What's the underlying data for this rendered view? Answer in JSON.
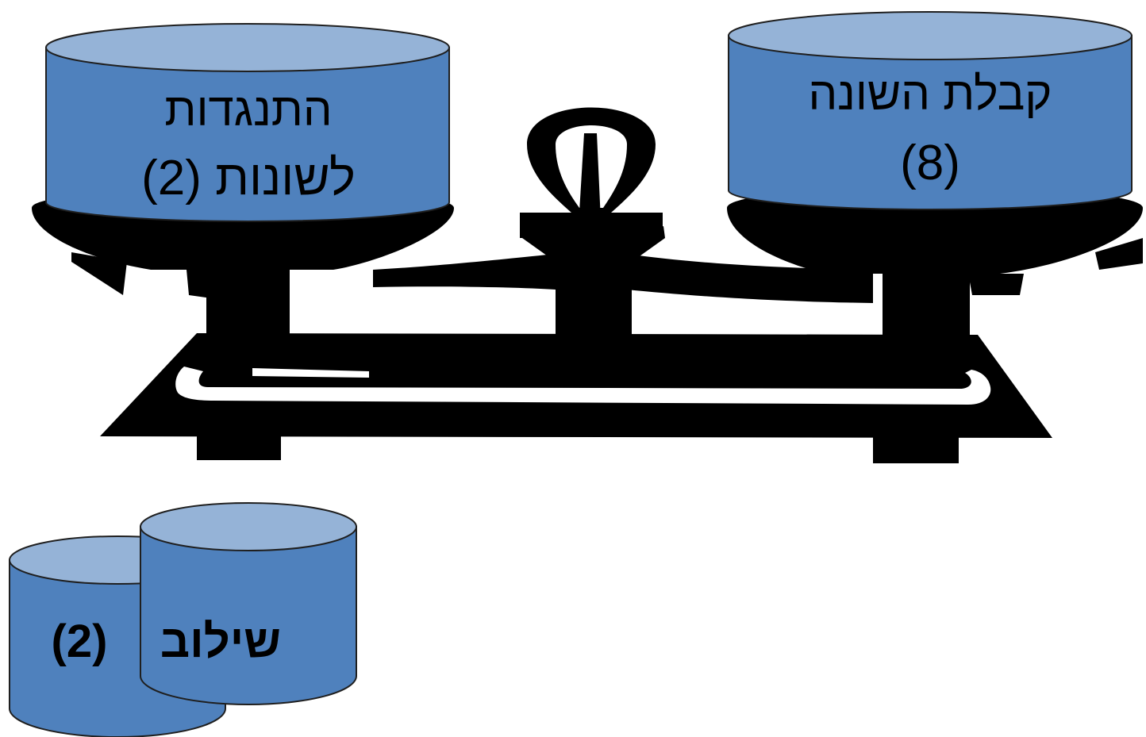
{
  "left_pan": {
    "line1": "התנגדות",
    "line2": "לשונות (2)"
  },
  "right_pan": {
    "line1": "קבלת השונה",
    "line2": "(8)"
  },
  "bottom_group": {
    "word": "שילוב",
    "count": "(2)"
  },
  "colors": {
    "cylinder_body": "#4f81bd",
    "cylinder_top": "#95b3d7",
    "scale": "#000000",
    "background": "#ffffff"
  },
  "icons": [
    "balance-scale-icon",
    "cylinder-weight-icon"
  ]
}
